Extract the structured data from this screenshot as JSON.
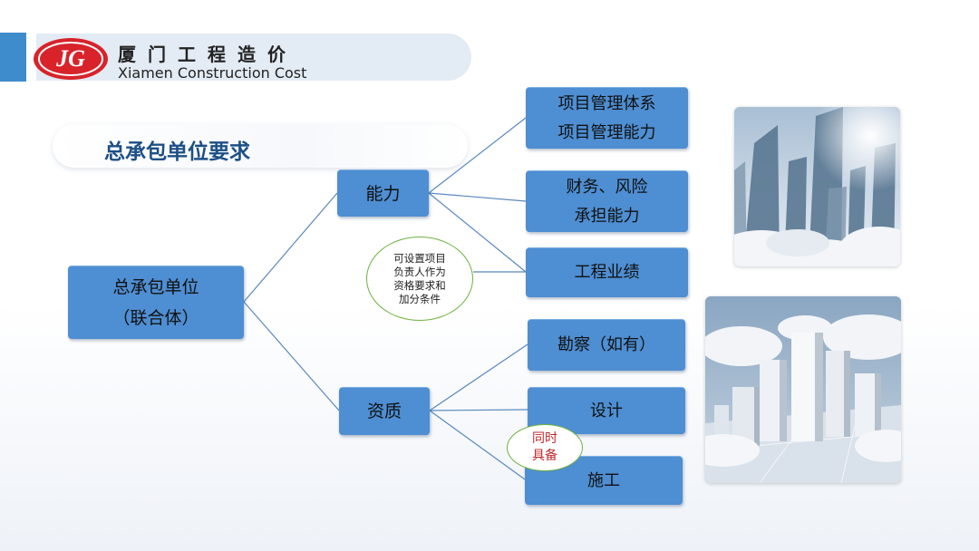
{
  "header": {
    "logo_text": "JG",
    "company_cn": "厦门工程造价",
    "company_en": "Xiamen Construction Cost"
  },
  "title": "总承包单位要求",
  "diagram": {
    "root": {
      "line1": "总承包单位",
      "line2": "（联合体）"
    },
    "capability": {
      "label": "能力",
      "children": [
        {
          "line1": "项目管理体系",
          "line2": "项目管理能力"
        },
        {
          "line1": "财务、风险",
          "line2": "承担能力"
        },
        {
          "line1": "工程业绩"
        }
      ]
    },
    "qualification": {
      "label": "资质",
      "children": [
        {
          "line1": "勘察（如有）"
        },
        {
          "line1": "设计"
        },
        {
          "line1": "施工"
        }
      ]
    },
    "note_performance": [
      "可设置项目",
      "负责人作为",
      "资格要求和",
      "加分条件"
    ],
    "note_simultaneous": [
      "同时",
      "具备"
    ]
  },
  "colors": {
    "box": "#4e8ed2",
    "connector": "#5a88bd",
    "title": "#1d4f86",
    "note_border": "#6eb13f",
    "note_red": "#c0282d",
    "logo_red": "#d8232a"
  }
}
